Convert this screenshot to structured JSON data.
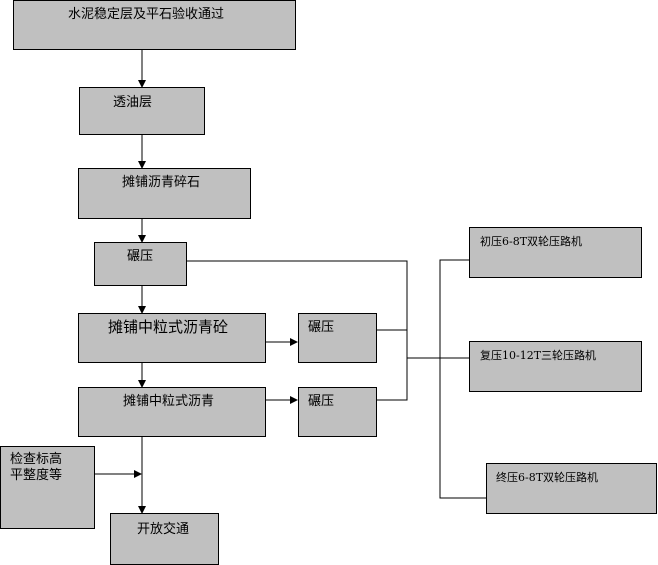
{
  "diagram": {
    "nodes": {
      "base_acceptance": "水泥稳定层及平石验收通过",
      "prime_coat": "透油层",
      "spread_chips": "摊铺沥青碎石",
      "roll_1": "碾压",
      "spread_medium_concrete": "摊铺中粒式沥青砼",
      "roll_2": "碾压",
      "spread_medium_asphalt": "摊铺中粒式沥青",
      "roll_3": "碾压",
      "inspection": "检查标高\n平整度等",
      "open_traffic": "开放交通",
      "initial_roll": "初压6-8T双轮压路机",
      "re_roll": "复压10-12T三轮压路机",
      "final_roll": "终压6-8T双轮压路机"
    }
  }
}
